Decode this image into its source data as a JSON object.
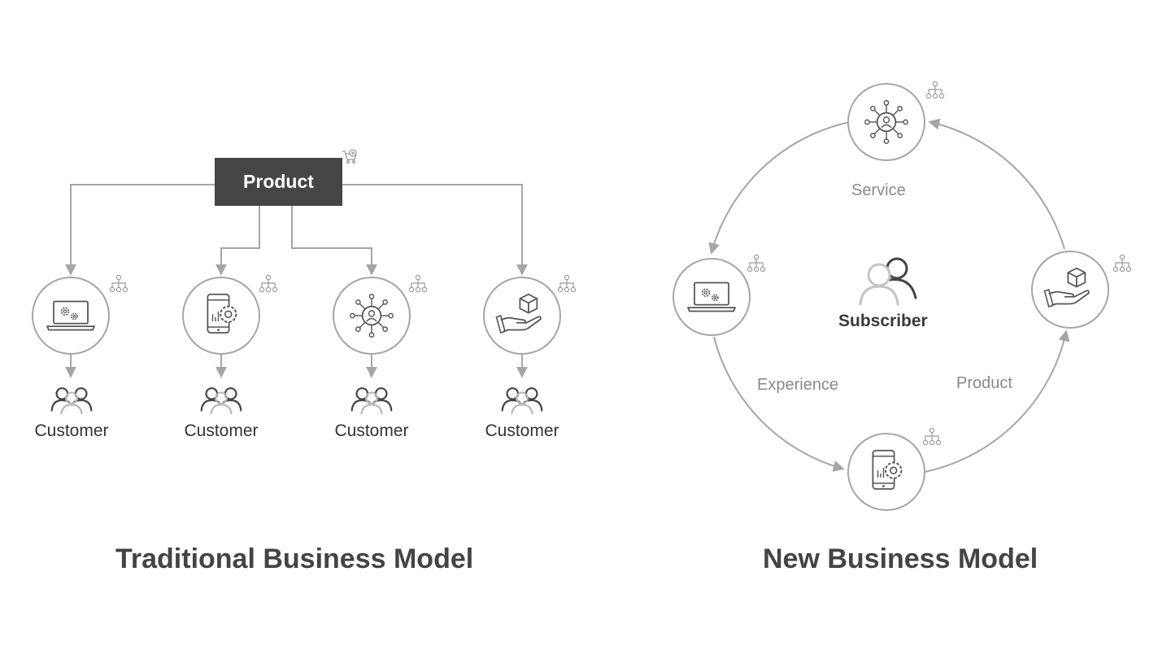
{
  "traditional": {
    "title": "Traditional Business Model",
    "product_label": "Product",
    "customers": [
      {
        "label": "Customer",
        "icon": "laptop-gears-icon"
      },
      {
        "label": "Customer",
        "icon": "smartphone-gear-icon"
      },
      {
        "label": "Customer",
        "icon": "network-person-icon"
      },
      {
        "label": "Customer",
        "icon": "hand-box-icon"
      }
    ]
  },
  "new_model": {
    "title": "New Business Model",
    "center_label": "Subscriber",
    "labels": {
      "service": "Service",
      "experience": "Experience",
      "product": "Product"
    },
    "nodes": [
      {
        "icon": "network-person-icon"
      },
      {
        "icon": "hand-box-icon"
      },
      {
        "icon": "smartphone-gear-icon"
      },
      {
        "icon": "laptop-gears-icon"
      }
    ]
  },
  "colors": {
    "line": "#a6a6a6",
    "product_box": "#454545",
    "text_dark": "#444444",
    "text_light": "#8a8a8a"
  }
}
